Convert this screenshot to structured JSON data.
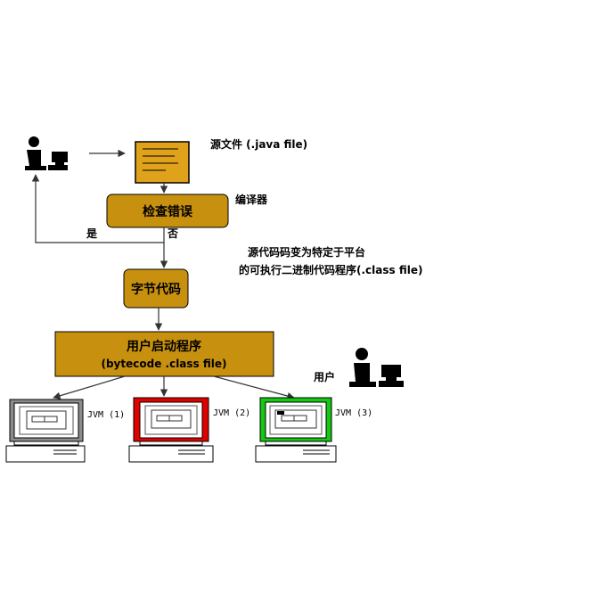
{
  "diagram": {
    "source_file_label": "源文件 (.java file)",
    "compiler_label": "编译器",
    "check_errors_box": "检查错误",
    "yes_label": "是",
    "no_label": "否",
    "bytecode_note_line1": "源代码码变为特定于平台",
    "bytecode_note_line2": "的可执行二进制代码程序(.class file)",
    "bytecode_box": "字节代码",
    "user_start_box_line1": "用户启动程序",
    "user_start_box_line2": "(bytecode .class file)",
    "user_label": "用户",
    "jvm_labels": [
      "JVM (1)",
      "JVM (2)",
      "JVM (3)"
    ]
  },
  "colors": {
    "box_fill": "#c8900f",
    "document_fill": "#e0a21a",
    "jvm1_frame": "#8c8c8c",
    "jvm2_frame": "#e00000",
    "jvm3_frame": "#14c814"
  },
  "icons": [
    "developer-icon",
    "document-icon",
    "user-icon",
    "computer-icon"
  ]
}
